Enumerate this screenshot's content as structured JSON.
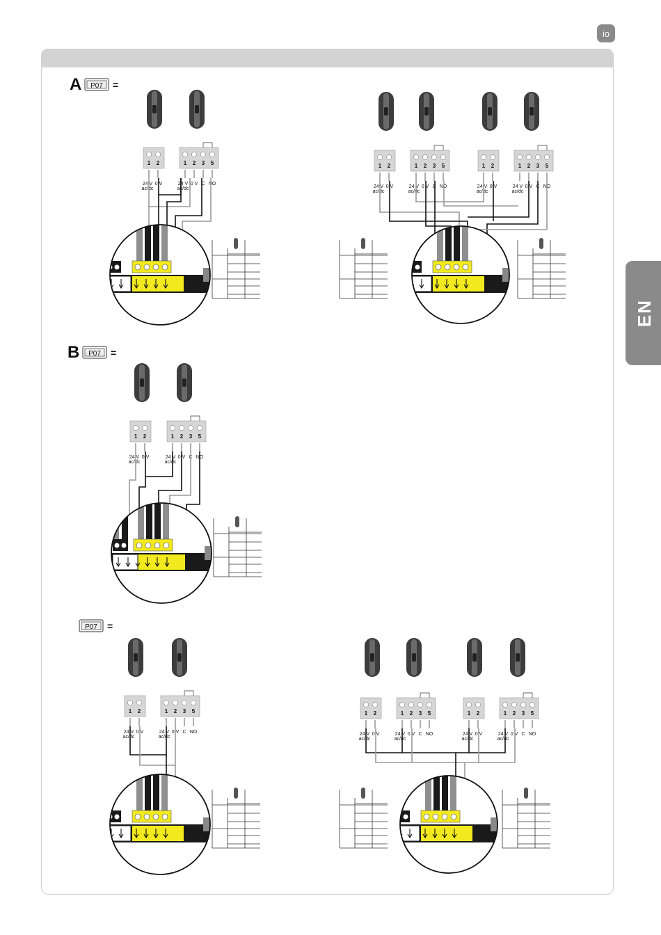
{
  "logo": {
    "text": "io",
    "subtext": ""
  },
  "language_tab": "EN",
  "param_code": "P07",
  "sections": [
    {
      "letter": "A",
      "has_dual": true
    },
    {
      "letter": "B",
      "has_dual": false
    },
    {
      "letter": "",
      "has_dual": true
    }
  ],
  "terminals": {
    "rx_numbers": [
      "1",
      "2"
    ],
    "tx_numbers": [
      "1",
      "2",
      "3",
      "5"
    ],
    "rx_labels": [
      "24 V",
      "ac/dc",
      "0 V"
    ],
    "tx_labels": [
      "24 V",
      "ac/dc",
      "0 V",
      "C",
      "NO"
    ]
  },
  "colors": {
    "yellow": "#f2ea1f",
    "orange": "#e8751a",
    "dark": "#1a1a1a",
    "grey_wire": "#8f8f8f",
    "panel": "#d6d6d6"
  }
}
